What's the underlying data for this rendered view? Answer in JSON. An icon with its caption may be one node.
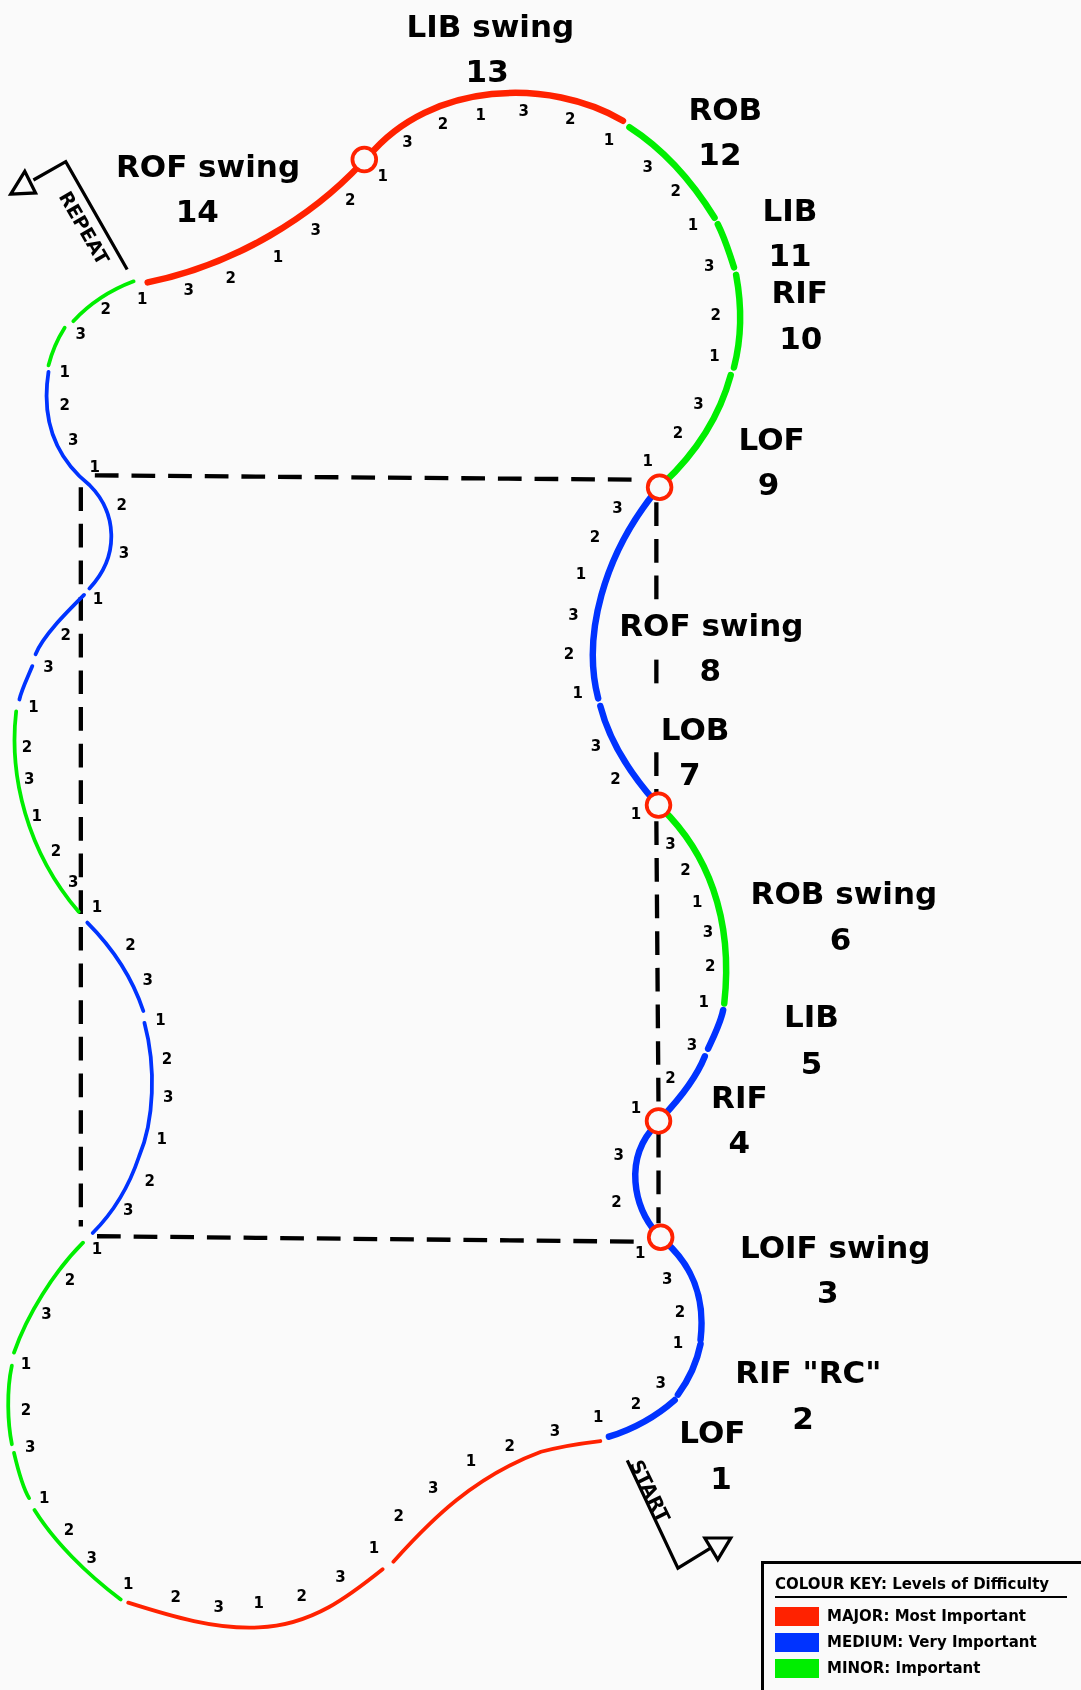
{
  "diagram": {
    "labels": [
      "LIB swing",
      "13",
      "ROB",
      "12",
      "ROF swing",
      "14",
      "LIB",
      "11",
      "RIF",
      "10",
      "LOF",
      "9",
      "ROF swing",
      "8",
      "LOB",
      "7",
      "ROB swing",
      "6",
      "LIB",
      "5",
      "RIF",
      "4",
      "LOIF swing",
      "3",
      "RIF \"RC\"",
      "2",
      "LOF",
      "1",
      "REPEAT",
      "START",
      "1",
      "2",
      "3",
      "1",
      "2",
      "3",
      "1",
      "2",
      "3",
      "1",
      "2",
      "3",
      "1",
      "2",
      "3",
      "1",
      "2",
      "3",
      "1",
      "2",
      "3",
      "1",
      "2",
      "3",
      "1",
      "2",
      "3",
      "1",
      "2",
      "3",
      "1",
      "2",
      "3",
      "1",
      "2",
      "3",
      "1",
      "2",
      "3",
      "1",
      "2",
      "3",
      "1",
      "2",
      "3",
      "1",
      "2",
      "3",
      "1",
      "2",
      "3",
      "1",
      "2",
      "3",
      "1",
      "2",
      "3",
      "1",
      "2",
      "3",
      "1",
      "2",
      "3",
      "1",
      "2",
      "3",
      "1",
      "2",
      "3",
      "1",
      "2",
      "3",
      "1",
      "2",
      "3",
      "1",
      "2",
      "3",
      "1",
      "2",
      "3",
      "1",
      "2",
      "3",
      "1",
      "2",
      "3",
      "1",
      "2",
      "3",
      "1",
      "2",
      "3",
      "1",
      "2",
      "3",
      "COLOUR KEY: Levels of Difficulty"
    ],
    "legend": [
      {
        "text": "MAJOR: Most Important",
        "color": "#ff2200"
      },
      {
        "text": "MEDIUM: Very Important",
        "color": "#0033ff"
      },
      {
        "text": "MINOR: Important",
        "color": "#00ee00"
      }
    ]
  }
}
